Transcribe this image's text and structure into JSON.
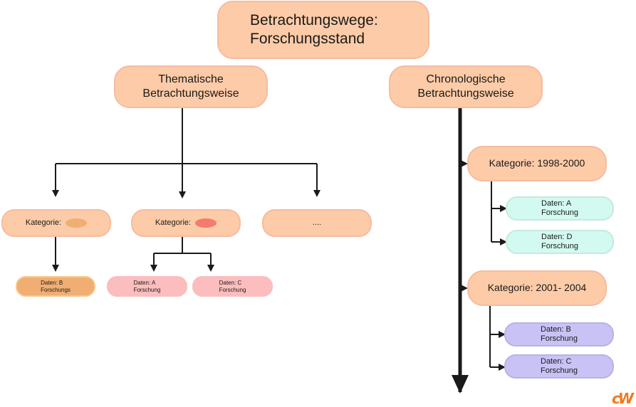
{
  "colors": {
    "peach": "#fdcba7",
    "orange_oval": "#f0ae72",
    "red_oval": "#f37c6c",
    "pink": "#fbbdbd",
    "mint": "#d3faf0",
    "lavender": "#c8c2f5",
    "line": "#1a1a1a",
    "logo": "#f07a1e"
  },
  "title": "Betrachtungswege:\nForschungsstand",
  "thematic": {
    "label": "Thematische\nBetrachtungsweise",
    "categories": [
      {
        "label": "Kategorie:",
        "oval_color": "#f0ae72"
      },
      {
        "label": "Kategorie:",
        "oval_color": "#f37c6c"
      },
      {
        "label": "...."
      }
    ],
    "data": [
      {
        "label": "Daten: B\nForschungs"
      },
      {
        "label": "Daten: A\nForschung"
      },
      {
        "label": "Daten: C\nForschung"
      }
    ]
  },
  "chronological": {
    "label": "Chronologische\nBetrachtungsweise",
    "categories": [
      {
        "label": "Kategorie: 1998-2000",
        "data": [
          {
            "label": "Daten: A\nForschung"
          },
          {
            "label": "Daten: D\nForschung"
          }
        ]
      },
      {
        "label": "Kategorie: 2001- 2004",
        "data": [
          {
            "label": "Daten: B\nForschung"
          },
          {
            "label": "Daten: C\nForschung"
          }
        ]
      }
    ]
  },
  "logo": "cW"
}
